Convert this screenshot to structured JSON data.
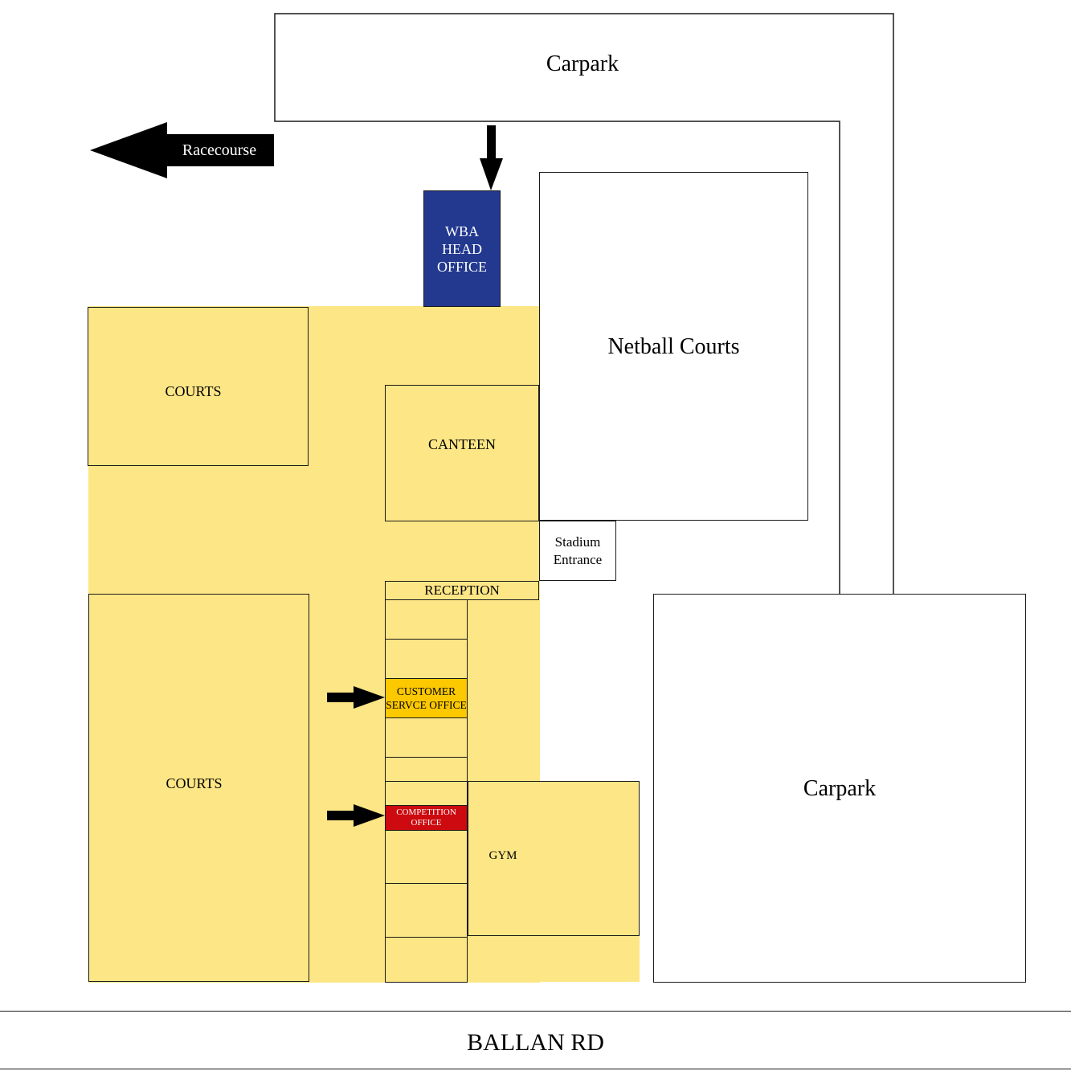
{
  "colors": {
    "building_fill": "#fde685",
    "head_office": "#22398f",
    "customer_service": "#fcc800",
    "competition_office": "#cc0a0f",
    "outline": "#1a1a1a",
    "arrow": "#000000"
  },
  "labels": {
    "carpark_top": "Carpark",
    "racecourse": "Racecourse",
    "wba_line1": "WBA",
    "wba_line2": "HEAD",
    "wba_line3": "OFFICE",
    "netball_courts": "Netball Courts",
    "courts_top": "COURTS",
    "canteen": "CANTEEN",
    "stadium_line1": "Stadium",
    "stadium_line2": "Entrance",
    "reception": "RECEPTION",
    "customer_line1": "CUSTOMER",
    "customer_line2": "SERVCE OFFICE",
    "courts_bottom": "COURTS",
    "competition_line1": "COMPETITION",
    "competition_line2": "OFFICE",
    "gym": "GYM",
    "carpark_right": "Carpark",
    "road": "BALLAN RD"
  },
  "icons": {
    "racecourse_direction": "left-arrow-icon",
    "head_office_pointer": "down-arrow-icon",
    "customer_service_pointer": "right-arrow-icon",
    "competition_pointer": "right-arrow-icon"
  }
}
